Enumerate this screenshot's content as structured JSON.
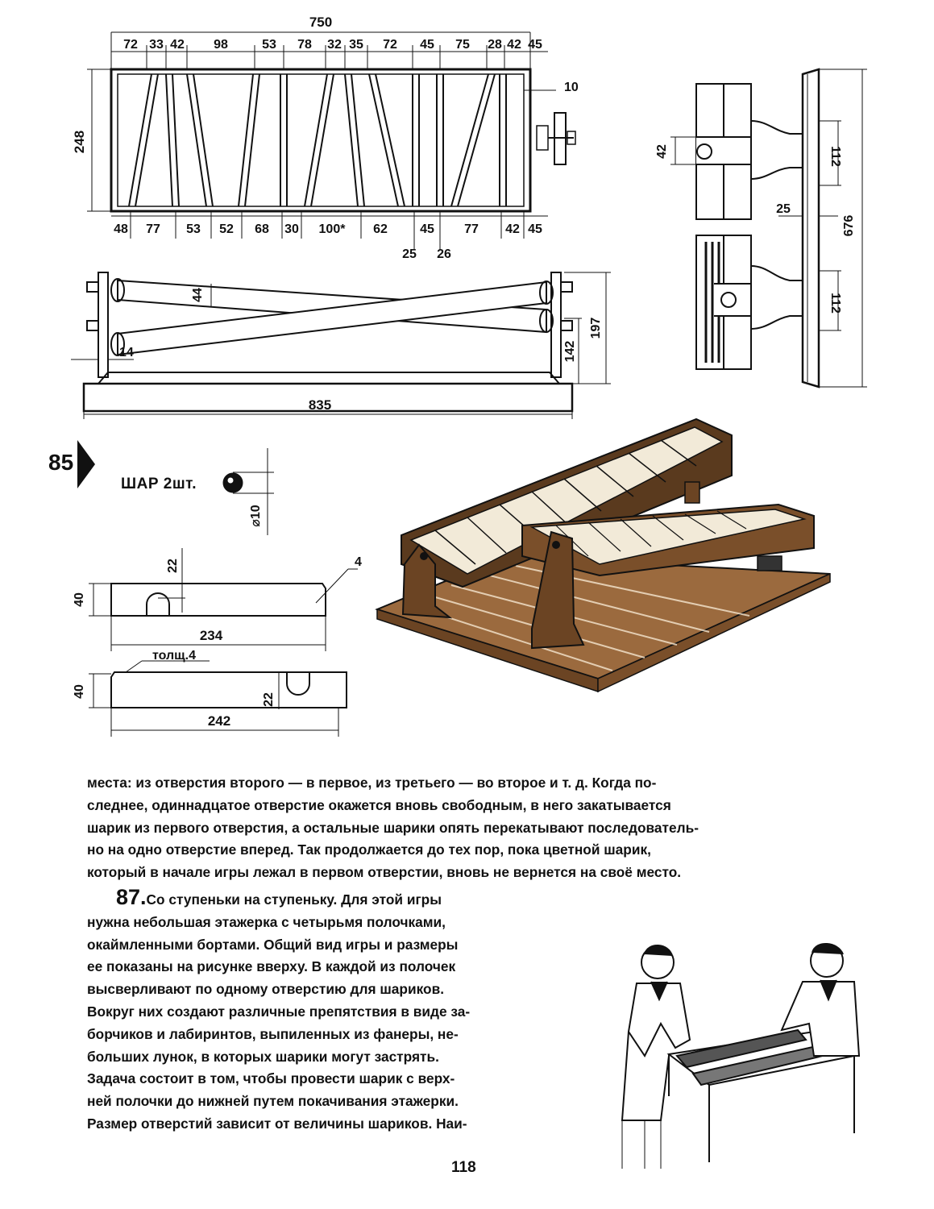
{
  "figure": {
    "number": "85",
    "ball_label": "ШАР 2шт.",
    "top_view": {
      "overall_width": "750",
      "height": "248",
      "top_dims": [
        "72",
        "33",
        "42",
        "98",
        "53",
        "78",
        "32",
        "35",
        "72",
        "45",
        "75",
        "28",
        "42",
        "45"
      ],
      "bottom_dims": [
        "48",
        "77",
        "53",
        "52",
        "68",
        "30",
        "100*",
        "62",
        "45",
        "77",
        "42",
        "45"
      ],
      "bottom_extra": [
        "25",
        "26"
      ],
      "side_gap": "10"
    },
    "side_view": {
      "base_length": "835",
      "roll_thickness": "44",
      "post_thickness": "14",
      "axle_height": "142",
      "total_height": "197"
    },
    "end_view": {
      "dim_42": "42",
      "dim_112_top": "112",
      "dim_112_bottom": "112",
      "dim_25": "25",
      "total_height": "676"
    },
    "ball_diameter": "⌀10",
    "part_a": {
      "height": "40",
      "slot": "22",
      "length": "234",
      "thickness": "4"
    },
    "part_b": {
      "height": "40",
      "slot": "22",
      "length": "242",
      "thickness_label": "толщ.4"
    }
  },
  "text": {
    "para1_lines": [
      "места: из отверстия второго — в первое, из третьего — во второе и т. д. Когда по-",
      "следнее, одиннадцатое отверстие окажется вновь свободным, в него закатывается",
      "шарик из первого отверстия, а остальные шарики опять перекатывают последователь-",
      "но на одно отверстие вперед. Так продолжается до тех пор, пока цветной шарик,",
      "который в начале игры лежал в первом отверстии, вновь не вернется на своё место."
    ],
    "para2_number": "87.",
    "para2_title": "Со ступеньки на ступеньку.",
    "para2_first_rest": " Для этой игры",
    "para2_lines": [
      "нужна небольшая этажерка с четырьмя полочками,",
      "окаймленными бортами. Общий вид игры и размеры",
      "ее показаны на рисунке вверху. В каждой из полочек",
      "высверливают по одному отверстию для шариков.",
      "Вокруг них создают различные препятствия в виде за-",
      "борчиков и лабиринтов, выпиленных из фанеры, не-",
      "больших лунок, в которых шарики могут застрять.",
      "Задача состоит в том, чтобы провести шарик с верх-",
      "ней полочки до нижней путем покачивания этажерки.",
      "Размер отверстий зависит от величины шариков. Наи-"
    ],
    "page_number": "118"
  }
}
